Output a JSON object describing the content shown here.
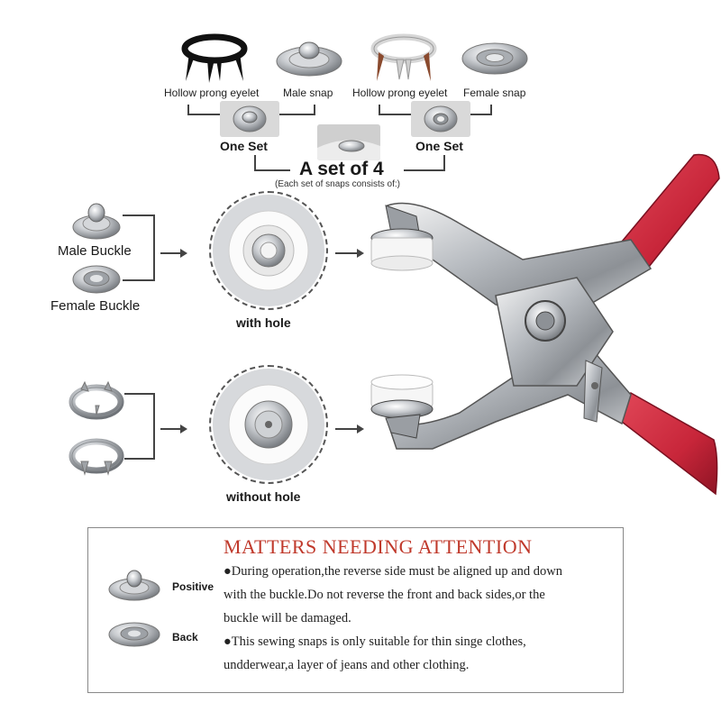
{
  "top": {
    "labels": {
      "hollow_prong_1": "Hollow prong eyelet",
      "male_snap": "Male snap",
      "hollow_prong_2": "Hollow prong eyelet",
      "female_snap": "Female snap"
    },
    "one_set_left": "One Set",
    "one_set_right": "One Set",
    "set_of_4": "A set of 4",
    "set_caption": "(Each set of snaps consists of:)"
  },
  "middle": {
    "male_buckle": "Male Buckle",
    "female_buckle": "Female Buckle",
    "with_hole": "with hole",
    "without_hole": "without hole"
  },
  "notice": {
    "title": "MATTERS NEEDING ATTENTION",
    "positive": "Positive",
    "back": "Back",
    "line1": "●During operation,the reverse side must be aligned up and down",
    "line2": "with the buckle.Do not reverse the front and back sides,or the",
    "line3": "buckle will be damaged.",
    "line4": "●This sewing snaps is only suitable for thin singe clothes,",
    "line5": "undderwear,a layer of jeans and other clothing."
  },
  "colors": {
    "accent_red": "#c0392b",
    "handle_red": "#c8263a",
    "metal": "#b9bcc0"
  }
}
